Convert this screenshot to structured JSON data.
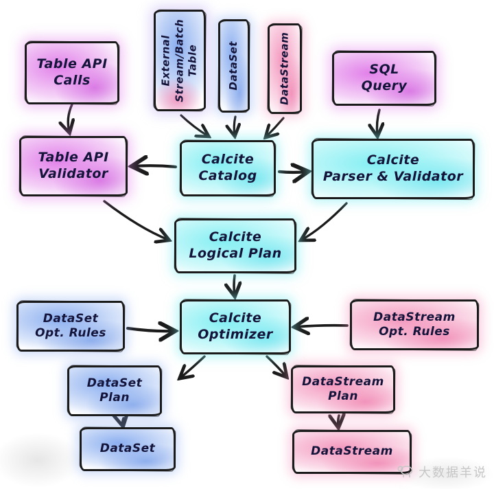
{
  "diagram": {
    "nodes": [
      {
        "id": "table-api-calls",
        "label": "Table API\nCalls",
        "color": "purple"
      },
      {
        "id": "external-stream-batch-table",
        "label": "External\nStream/Batch\nTable",
        "color": "blue-pink"
      },
      {
        "id": "dataset-source",
        "label": "DataSet",
        "color": "blue"
      },
      {
        "id": "datastream-source",
        "label": "DataStream",
        "color": "pink"
      },
      {
        "id": "sql-query",
        "label": "SQL\nQuery",
        "color": "purple"
      },
      {
        "id": "table-api-validator",
        "label": "Table API\nValidator",
        "color": "purple"
      },
      {
        "id": "calcite-catalog",
        "label": "Calcite\nCatalog",
        "color": "cyan"
      },
      {
        "id": "calcite-parser-validator",
        "label": "Calcite\nParser & Validator",
        "color": "cyan"
      },
      {
        "id": "calcite-logical-plan",
        "label": "Calcite\nLogical Plan",
        "color": "cyan"
      },
      {
        "id": "dataset-opt-rules",
        "label": "DataSet\nOpt. Rules",
        "color": "blue"
      },
      {
        "id": "calcite-optimizer",
        "label": "Calcite\nOptimizer",
        "color": "cyan"
      },
      {
        "id": "datastream-opt-rules",
        "label": "DataStream\nOpt. Rules",
        "color": "pink"
      },
      {
        "id": "dataset-plan",
        "label": "DataSet\nPlan",
        "color": "blue"
      },
      {
        "id": "datastream-plan",
        "label": "DataStream\nPlan",
        "color": "pink"
      },
      {
        "id": "dataset-output",
        "label": "DataSet",
        "color": "blue"
      },
      {
        "id": "datastream-output",
        "label": "DataStream",
        "color": "pink"
      }
    ],
    "edges": [
      {
        "from": "table-api-calls",
        "to": "table-api-validator"
      },
      {
        "from": "external-stream-batch-table",
        "to": "calcite-catalog"
      },
      {
        "from": "dataset-source",
        "to": "calcite-catalog"
      },
      {
        "from": "datastream-source",
        "to": "calcite-catalog"
      },
      {
        "from": "sql-query",
        "to": "calcite-parser-validator"
      },
      {
        "from": "calcite-catalog",
        "to": "table-api-validator"
      },
      {
        "from": "calcite-catalog",
        "to": "calcite-parser-validator"
      },
      {
        "from": "table-api-validator",
        "to": "calcite-logical-plan"
      },
      {
        "from": "calcite-parser-validator",
        "to": "calcite-logical-plan"
      },
      {
        "from": "calcite-logical-plan",
        "to": "calcite-optimizer"
      },
      {
        "from": "dataset-opt-rules",
        "to": "calcite-optimizer"
      },
      {
        "from": "datastream-opt-rules",
        "to": "calcite-optimizer"
      },
      {
        "from": "calcite-optimizer",
        "to": "dataset-plan"
      },
      {
        "from": "calcite-optimizer",
        "to": "datastream-plan"
      },
      {
        "from": "dataset-plan",
        "to": "dataset-output"
      },
      {
        "from": "datastream-plan",
        "to": "datastream-output"
      }
    ],
    "colors": {
      "purple": "#df7ce9",
      "blue": "#86abef",
      "cyan": "#7ceef2",
      "pink": "#f393bb",
      "ink": "#1b1b1b",
      "watermark": "#c6c6c6"
    },
    "watermark": {
      "text": "大数据羊说",
      "icon": "sheep-logo"
    }
  }
}
